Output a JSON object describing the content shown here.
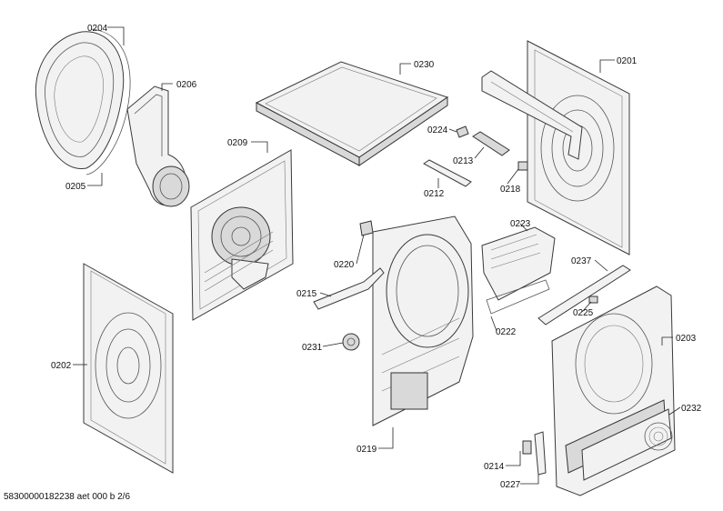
{
  "callouts": {
    "p0204": "0204",
    "p0206": "0206",
    "p0205": "0205",
    "p0230": "0230",
    "p0201": "0201",
    "p0209": "0209",
    "p0224": "0224",
    "p0213": "0213",
    "p0212": "0212",
    "p0218": "0218",
    "p0223": "0223",
    "p0220": "0220",
    "p0237": "0237",
    "p0215": "0215",
    "p0225": "0225",
    "p0222": "0222",
    "p0231": "0231",
    "p0203": "0203",
    "p0202": "0202",
    "p0232": "0232",
    "p0219": "0219",
    "p0214": "0214",
    "p0227": "0227"
  },
  "footer": {
    "doc_code": "58300000182238 aet 000 b 2/6"
  }
}
